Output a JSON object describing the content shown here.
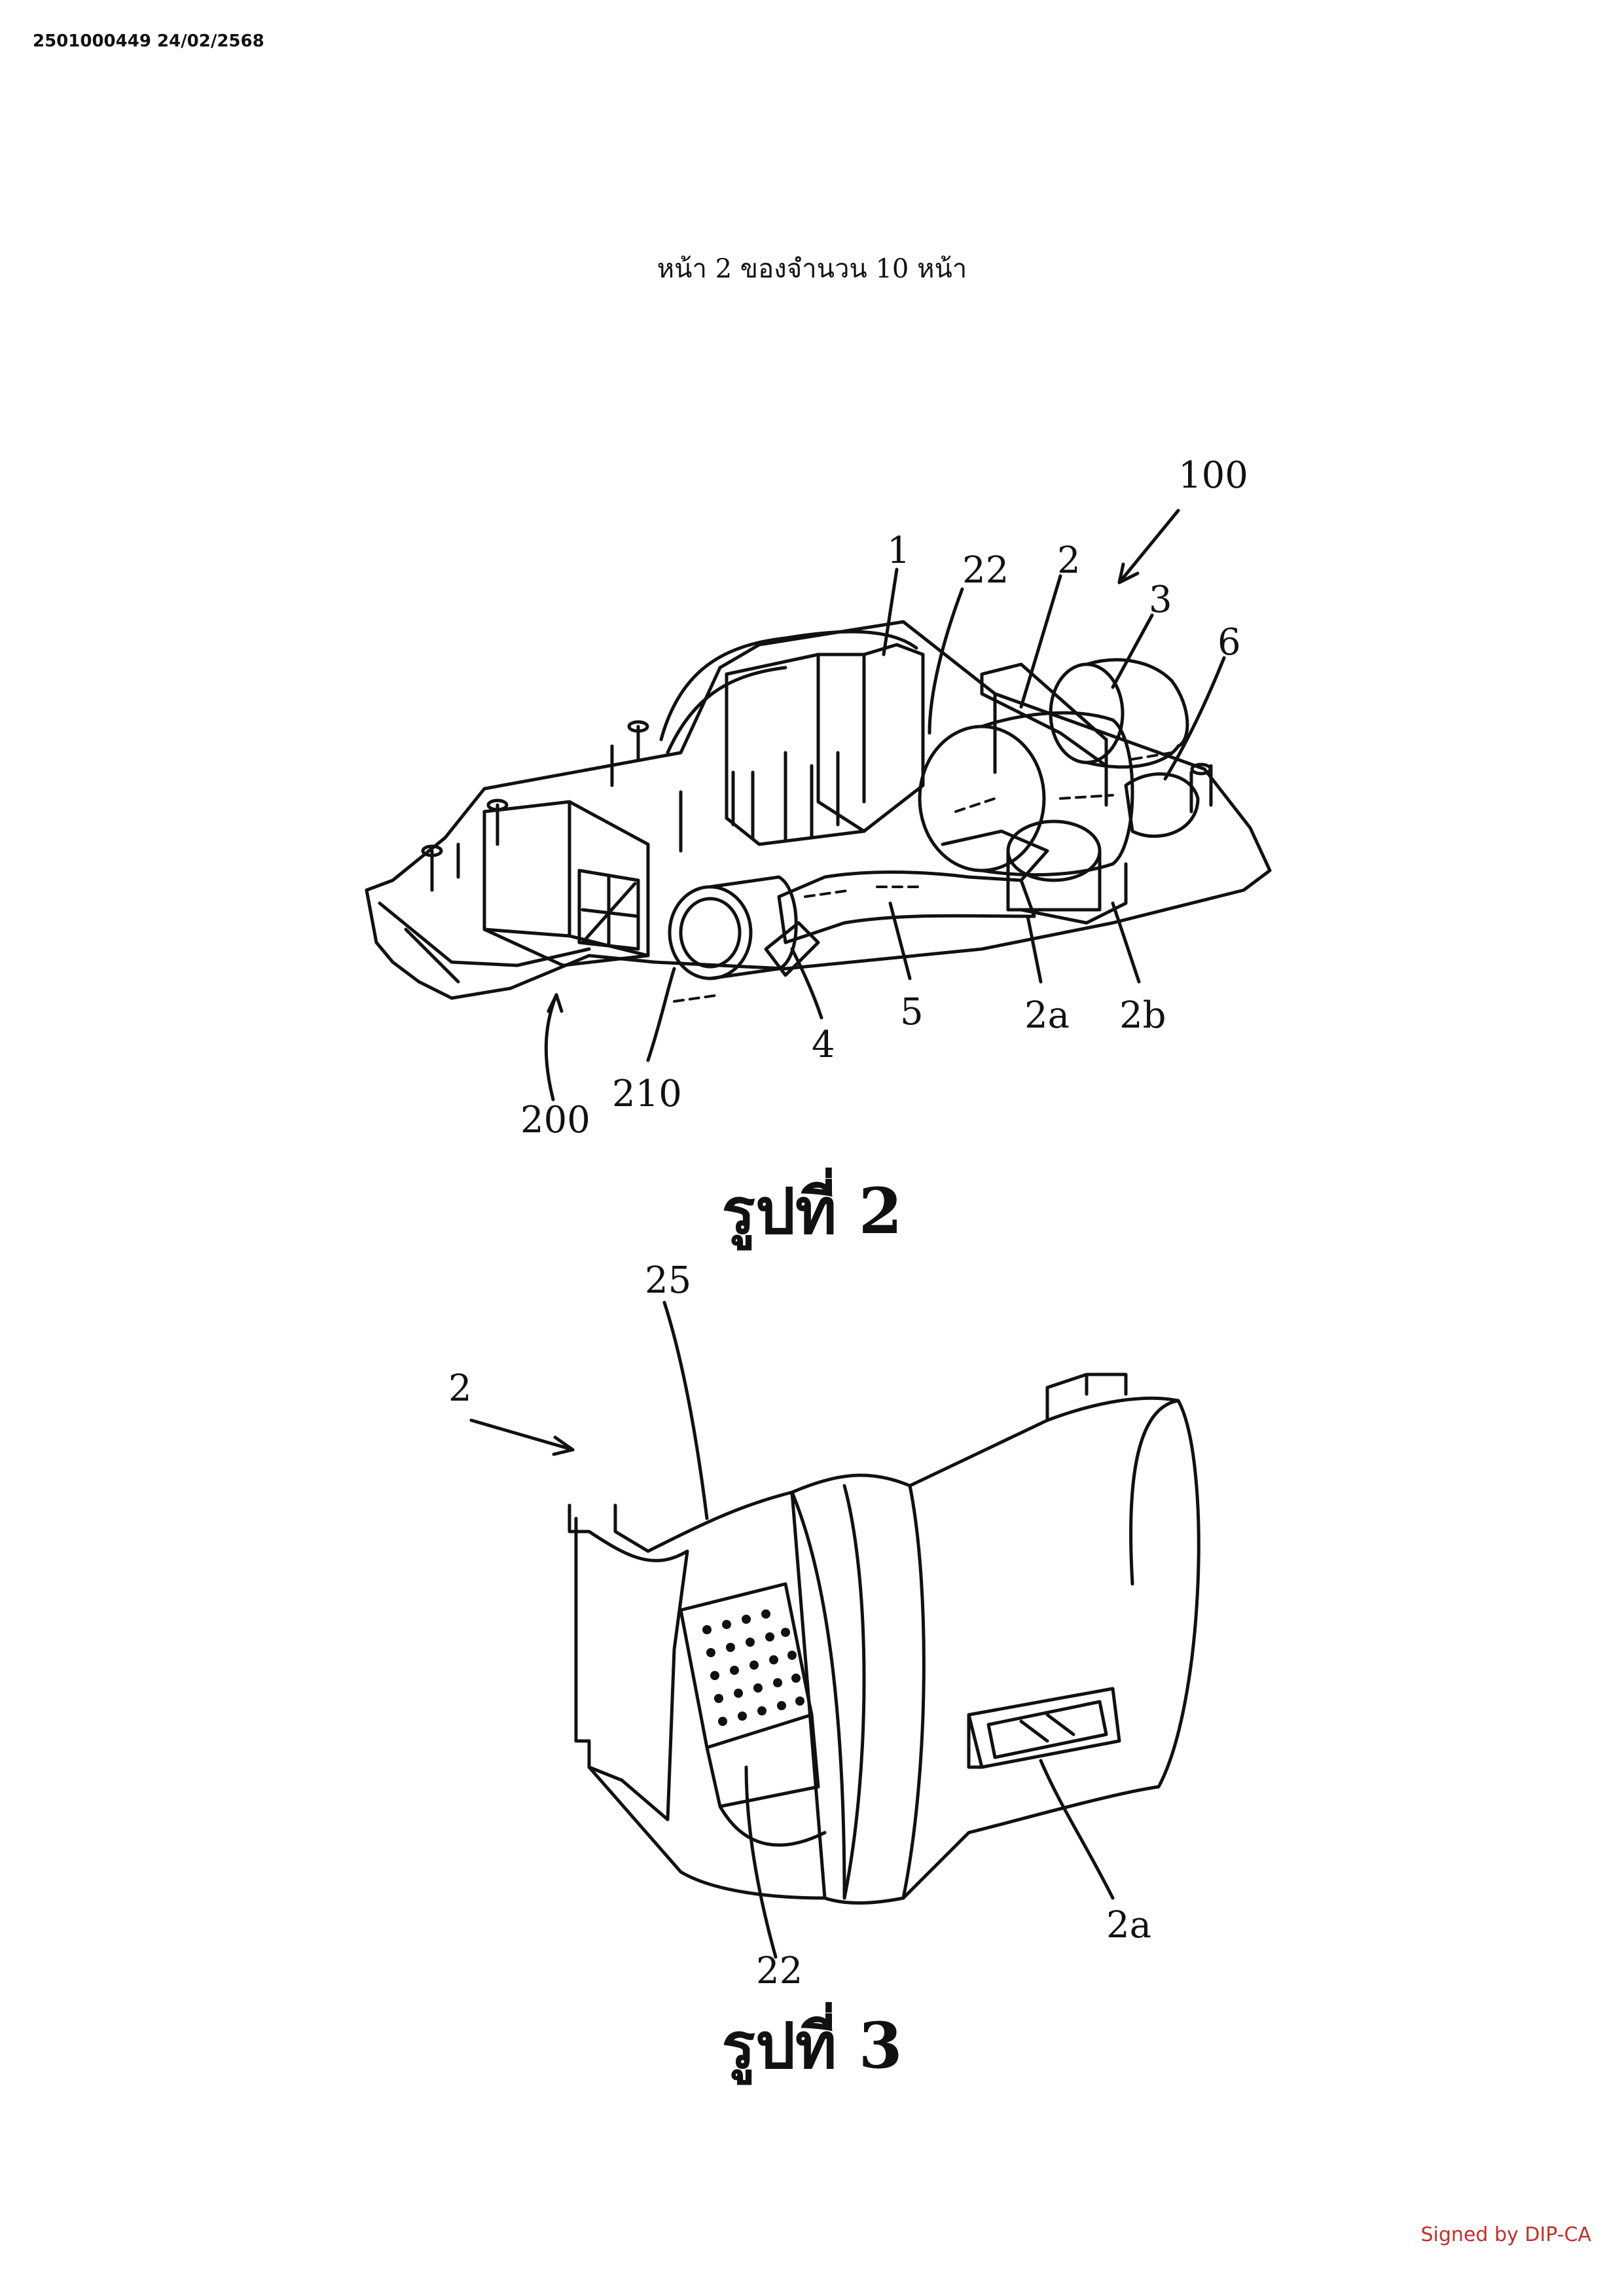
{
  "document": {
    "stamp": "2501000449 24/02/2568",
    "page_header": "หน้า 2 ของจำนวน 10 หน้า",
    "signed": "Signed by DIP-CA",
    "signed_color": "#c0302a"
  },
  "figure2": {
    "caption": "รูปที่ 2",
    "labels": {
      "l100": "100",
      "l1": "1",
      "l22": "22",
      "l2": "2",
      "l3": "3",
      "l6": "6",
      "l2a": "2a",
      "l2b": "2b",
      "l5": "5",
      "l4": "4",
      "l210": "210",
      "l200": "200"
    }
  },
  "figure3": {
    "caption": "รูปที่ 3",
    "labels": {
      "l2": "2",
      "l25": "25",
      "l22": "22",
      "l2a": "2a"
    }
  }
}
